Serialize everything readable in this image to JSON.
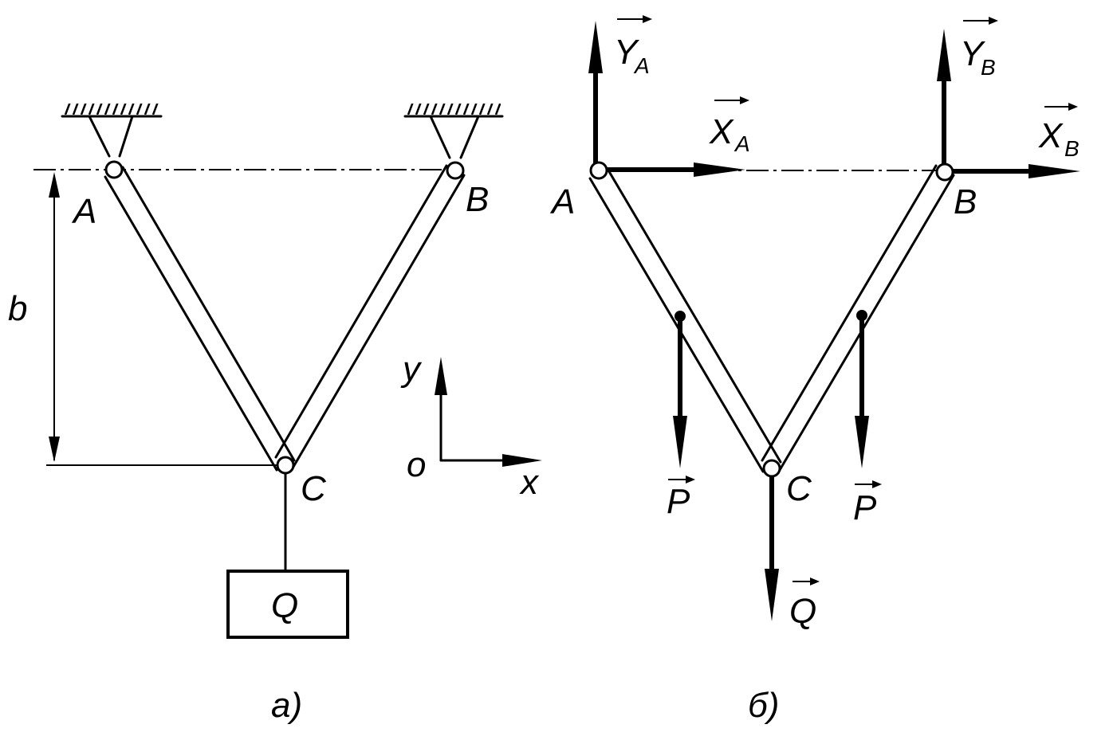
{
  "diagram_a": {
    "point_a": "A",
    "point_b": "B",
    "point_c": "C",
    "dimension": "b",
    "load_box": "Q",
    "axis_y": "y",
    "axis_x": "x",
    "origin": "o",
    "caption": "a)"
  },
  "diagram_b": {
    "point_a": "A",
    "point_b": "B",
    "point_c": "C",
    "force_ya": "Y",
    "force_ya_sub": "A",
    "force_xa": "X",
    "force_xa_sub": "A",
    "force_yb": "Y",
    "force_yb_sub": "B",
    "force_xb": "X",
    "force_xb_sub": "B",
    "force_p_left": "P",
    "force_p_right": "P",
    "force_q": "Q",
    "caption": "б)"
  },
  "colors": {
    "ink": "#000000",
    "paper": "#ffffff"
  }
}
